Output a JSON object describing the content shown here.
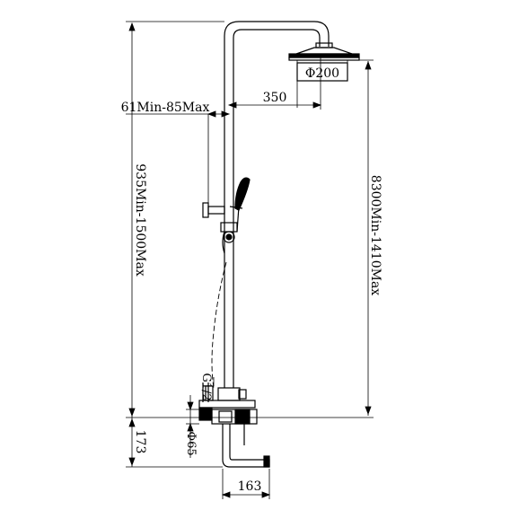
{
  "labels": {
    "head_diameter": "Φ200",
    "arm_length": "350",
    "bracket_range": "61Min-85Max",
    "left_height": "935Min-1500Max",
    "right_height": "8300Min-1410Max",
    "thread": "G1/2",
    "escutcheon": "Φ65",
    "spout_height": "173",
    "spout_length": "163"
  },
  "colors": {
    "line": "#000000",
    "background": "#ffffff"
  }
}
